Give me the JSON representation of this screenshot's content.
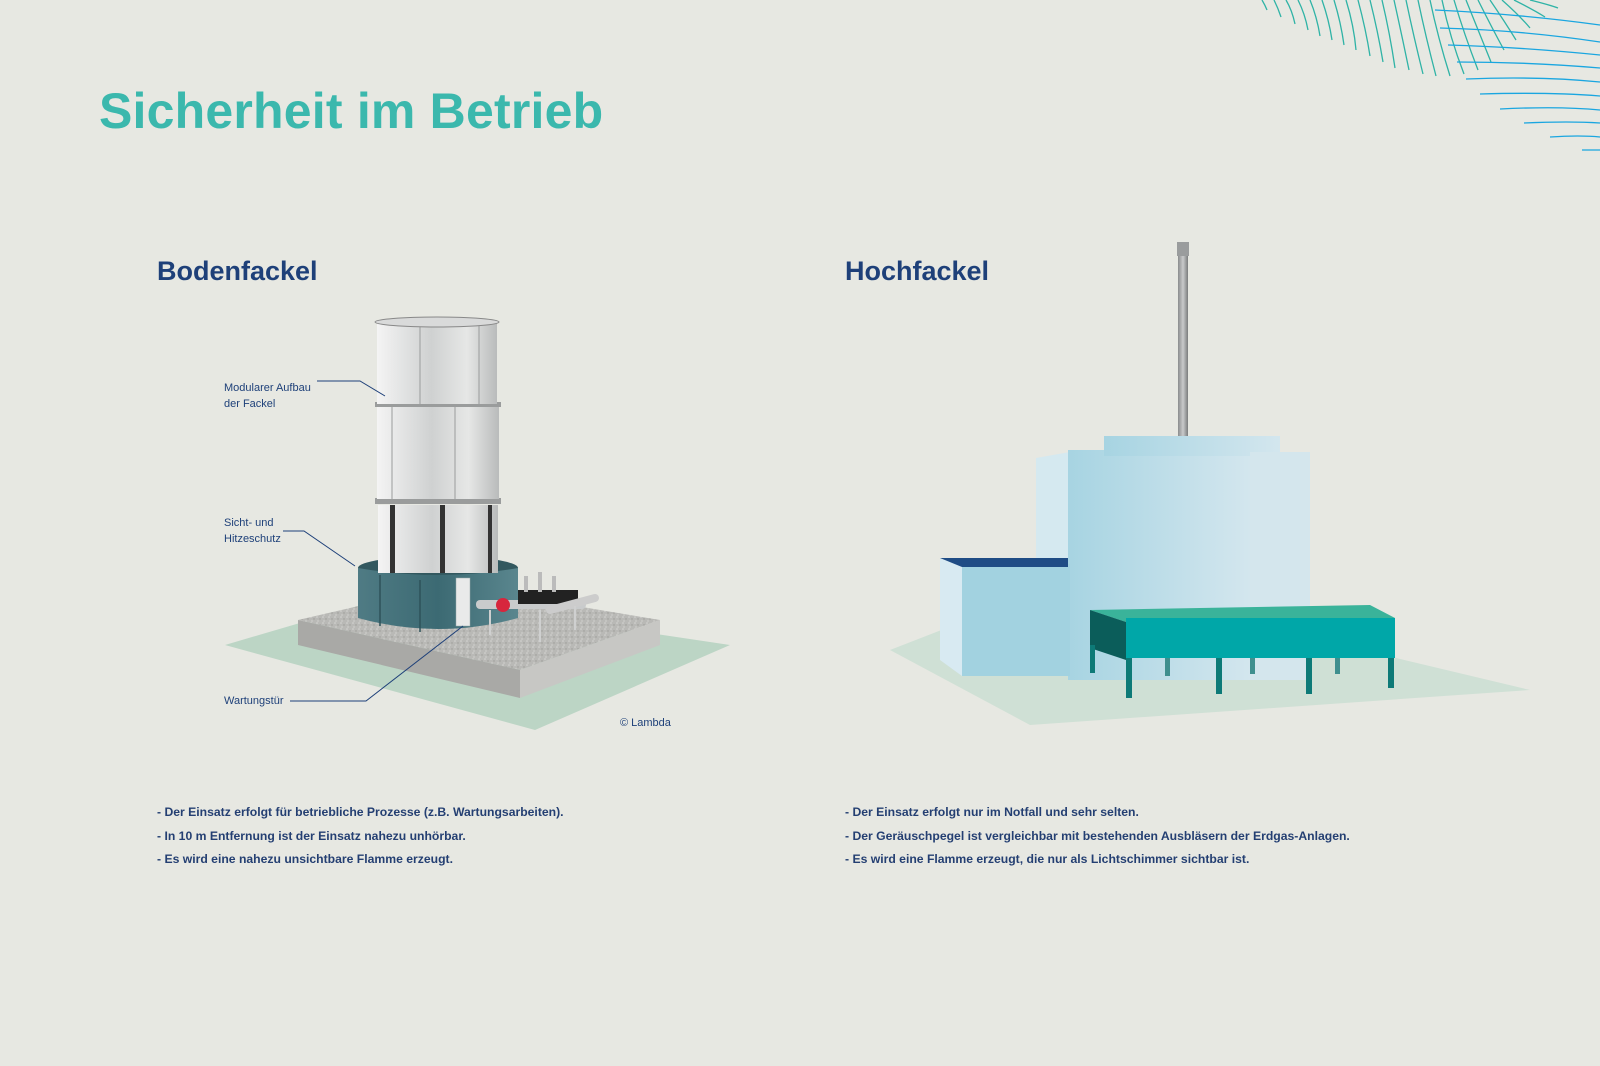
{
  "page": {
    "title": "Sicherheit im Betrieb",
    "colors": {
      "background": "#e7e8e2",
      "title_teal": "#3bb8ad",
      "heading_navy": "#1e4079",
      "text_navy": "#243f72",
      "deco_teal": "#2fb3a6",
      "deco_blue": "#1aa6e0"
    }
  },
  "sections": [
    {
      "heading": "Bodenfackel",
      "illustration": "ground-flare-illustration",
      "labels": [
        {
          "line1": "Modularer Aufbau",
          "line2": "der Fackel"
        },
        {
          "line1": "Sicht- und",
          "line2": "Hitzeschutz"
        },
        {
          "line1": "Wartungstür",
          "line2": ""
        }
      ],
      "credit": "© Lambda",
      "bullets": [
        "- Der Einsatz erfolgt für betriebliche Prozesse (z.B. Wartungsarbeiten).",
        "- In 10 m Entfernung ist der Einsatz nahezu unhörbar.",
        "- Es wird eine nahezu unsichtbare Flamme erzeugt."
      ]
    },
    {
      "heading": "Hochfackel",
      "illustration": "elevated-flare-illustration",
      "bullets": [
        "- Der Einsatz erfolgt nur im Notfall und sehr selten.",
        "- Der Geräuschpegel ist vergleichbar mit bestehenden Ausbläsern der Erdgas-Anlagen.",
        "- Es wird eine Flamme erzeugt, die nur als Lichtschimmer sichtbar ist."
      ]
    }
  ]
}
